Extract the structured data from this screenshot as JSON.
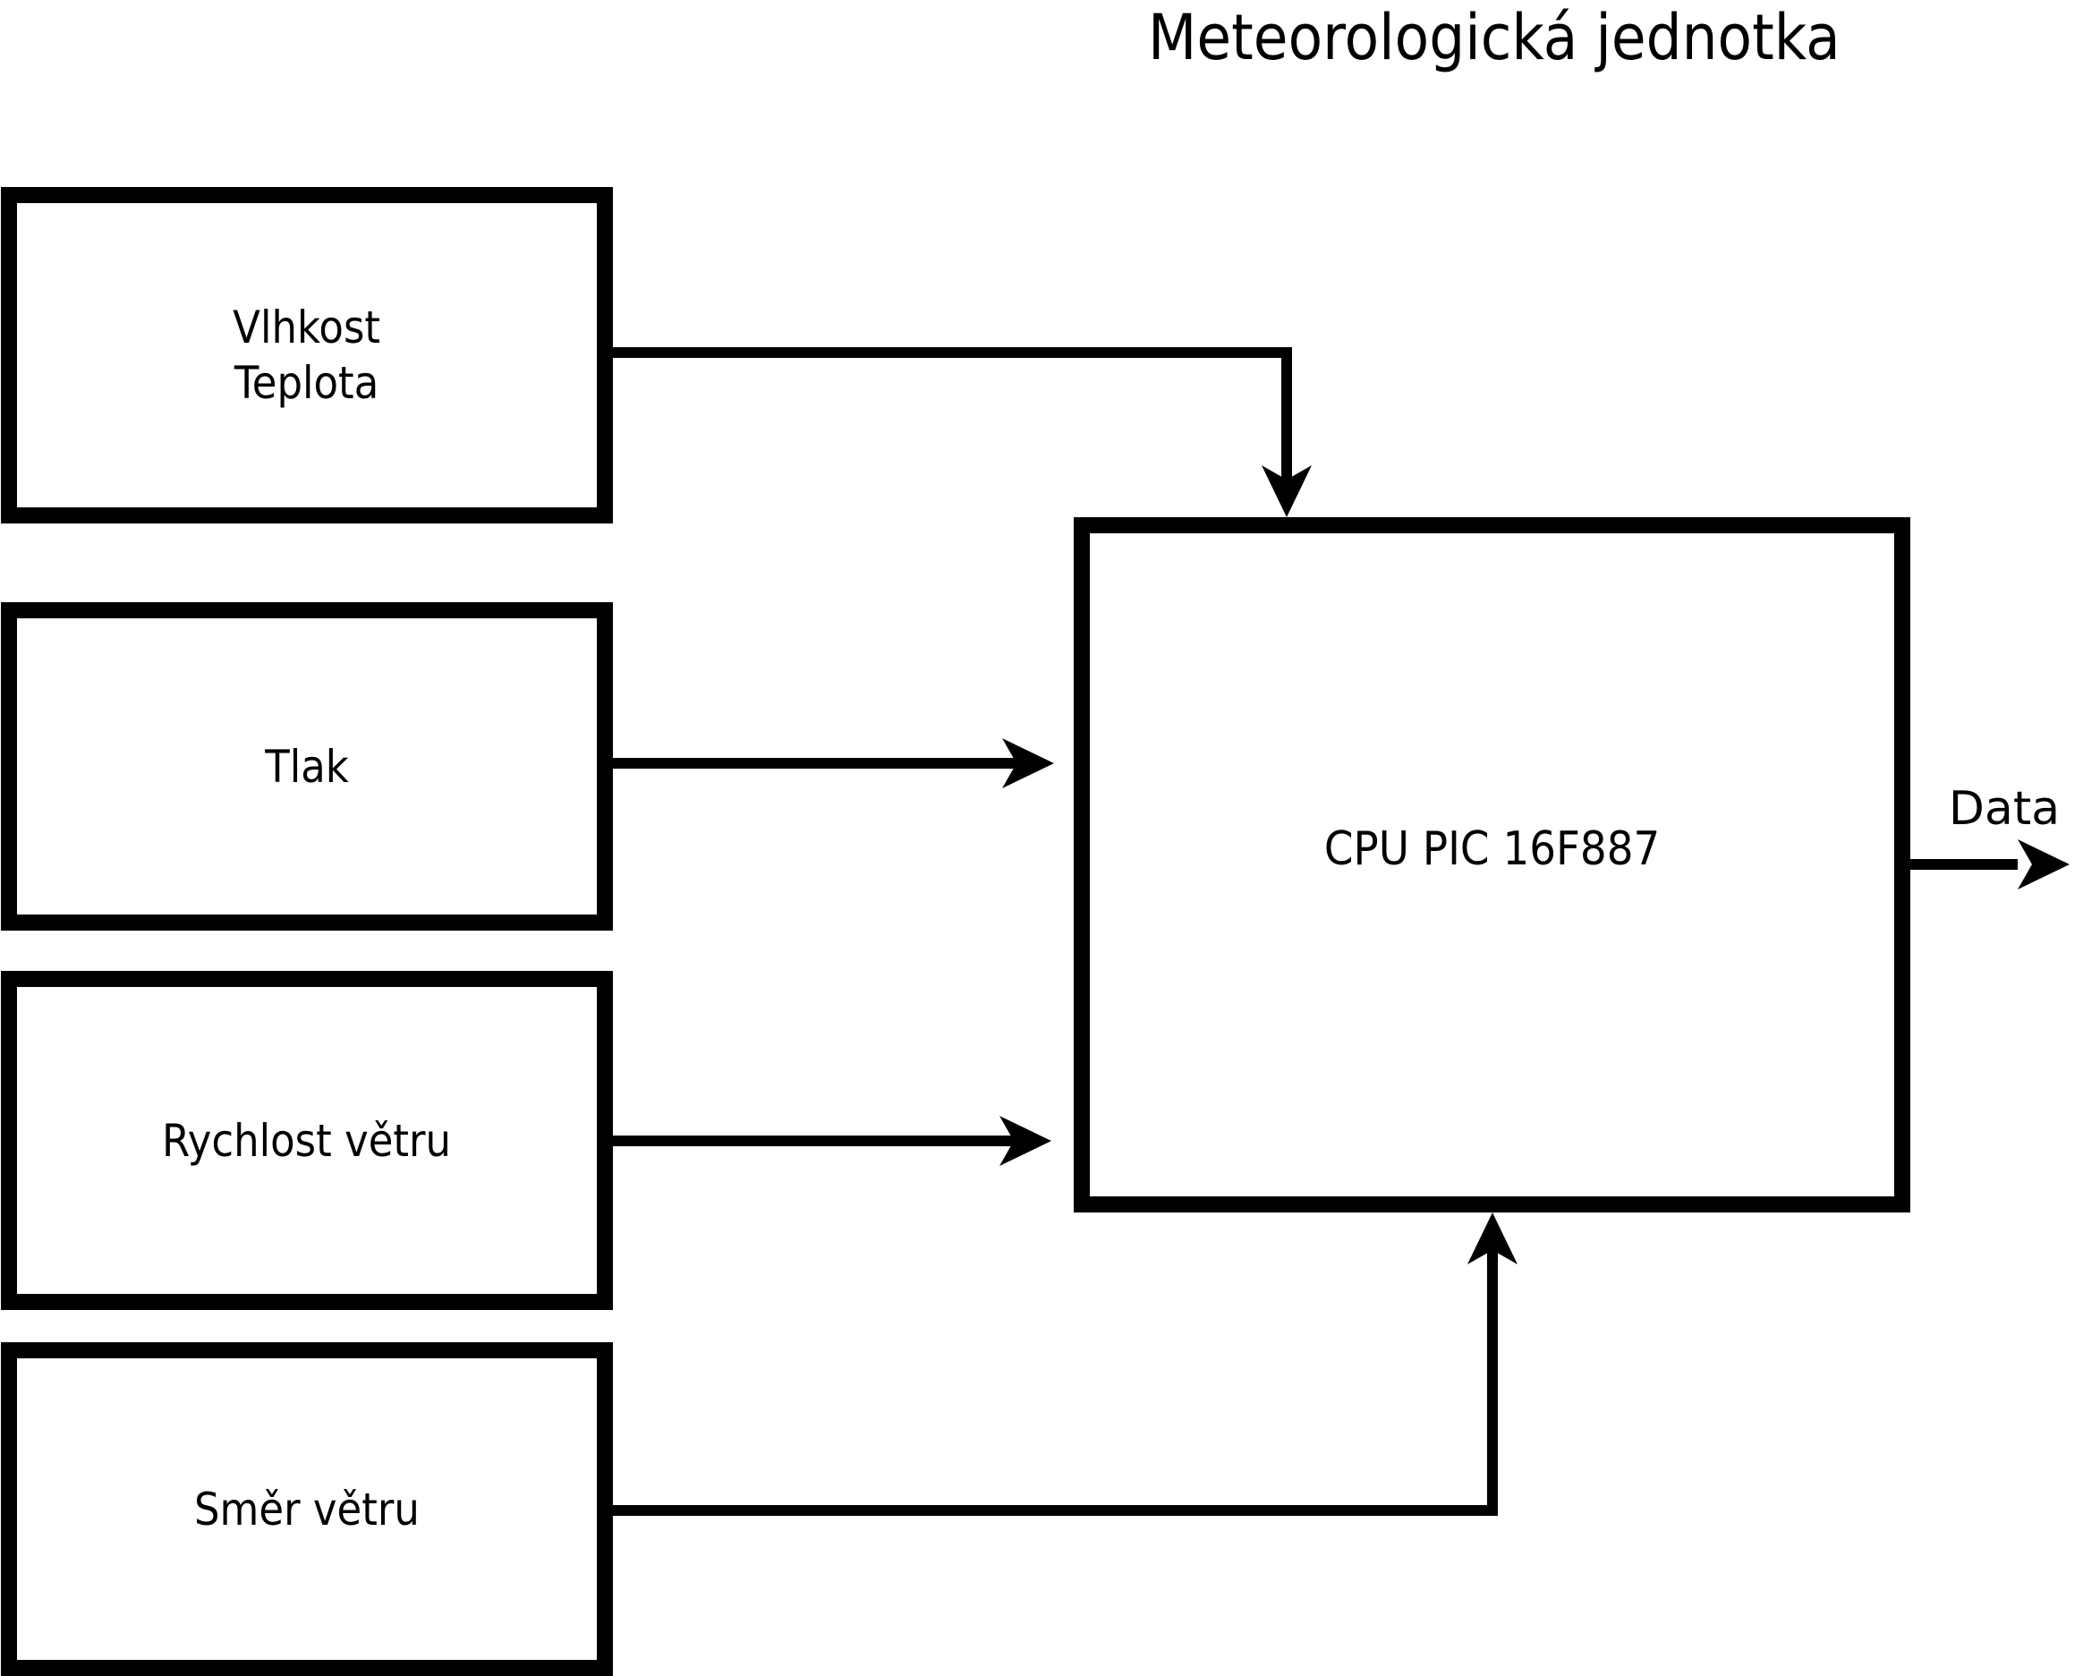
{
  "diagram": {
    "title": "Meteorologická jednotka",
    "nodes": {
      "humidity_temperature": {
        "label_lines": [
          "Vlhkost",
          "Teplota"
        ]
      },
      "pressure": {
        "label": "Tlak"
      },
      "wind_speed": {
        "label": "Rychlost větru"
      },
      "wind_direction": {
        "label": "Směr větru"
      },
      "cpu": {
        "label": "CPU PIC 16F887"
      }
    },
    "output": {
      "label": "Data"
    },
    "colors": {
      "stroke": "#000000",
      "background": "#ffffff",
      "box_fill": "#ffffff"
    }
  }
}
